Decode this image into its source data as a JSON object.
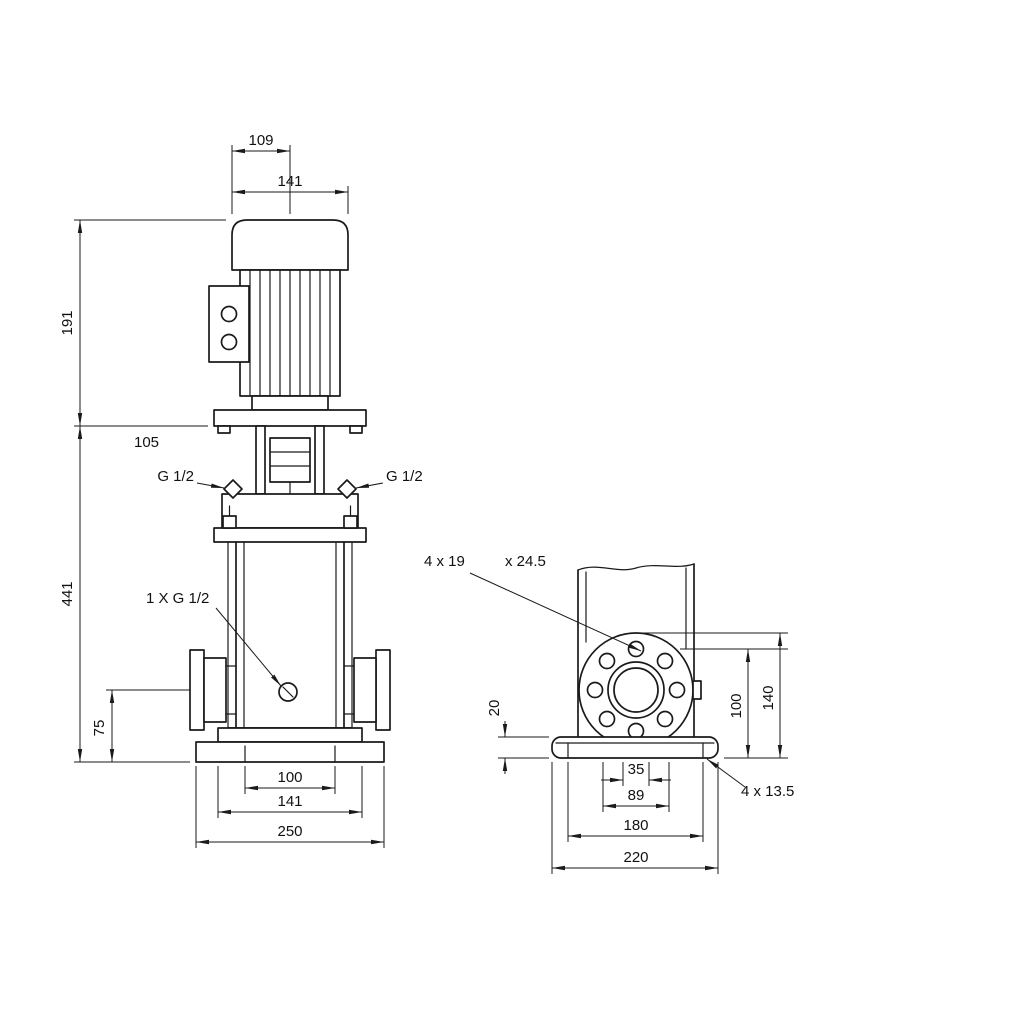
{
  "drawing_type": "pump-dimensional-drawing",
  "colors": {
    "line": "#1a1a1a",
    "background": "#ffffff"
  },
  "front": {
    "dim_109": "109",
    "dim_141_motor": "141",
    "dim_191": "191",
    "dim_105": "105",
    "dim_441": "441",
    "dim_75": "75",
    "plug_left": "G 1/2",
    "plug_right": "G 1/2",
    "drain": "1 X G 1/2",
    "dim_100": "100",
    "dim_141_base": "141",
    "dim_250": "250"
  },
  "side": {
    "holes_label": "4 x 19",
    "counterbore_label": "x 24.5",
    "dim_20": "20",
    "dim_100": "100",
    "dim_140": "140",
    "dim_35": "35",
    "dim_89": "89",
    "dim_180": "180",
    "dim_220": "220",
    "base_holes_label": "4 x 13.5"
  }
}
